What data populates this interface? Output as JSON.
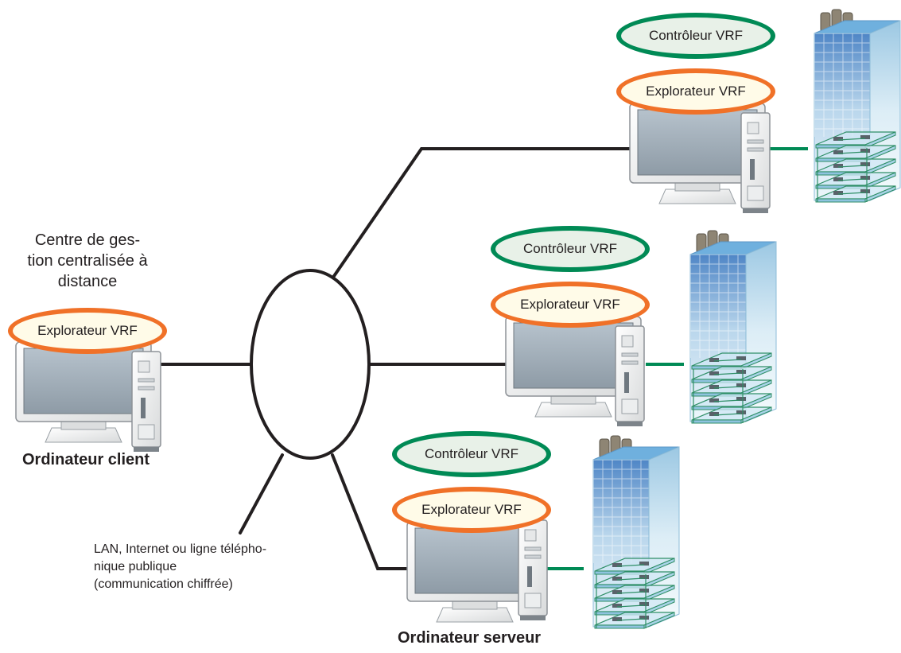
{
  "colors": {
    "network_line": "#231f20",
    "field_link": "#008a55",
    "controller_border": "#008a55",
    "explorer_border": "#f07128"
  },
  "client": {
    "heading_lines": [
      "Centre de ges-",
      "tion centralisée à",
      "distance"
    ],
    "explorer_label": "Explorateur VRF",
    "caption": "Ordinateur client"
  },
  "network": {
    "note_lines": [
      "LAN, Internet ou ligne télépho-",
      "nique publique",
      "(communication chiffrée)"
    ]
  },
  "sites": [
    {
      "controller_label": "Contrôleur VRF",
      "explorer_label": "Explorateur VRF"
    },
    {
      "controller_label": "Contrôleur VRF",
      "explorer_label": "Explorateur VRF"
    },
    {
      "controller_label": "Contrôleur VRF",
      "explorer_label": "Explorateur VRF"
    }
  ],
  "server_caption": "Ordinateur serveur",
  "icons": [
    "monitor-icon",
    "tower-pc-icon",
    "building-icon"
  ]
}
